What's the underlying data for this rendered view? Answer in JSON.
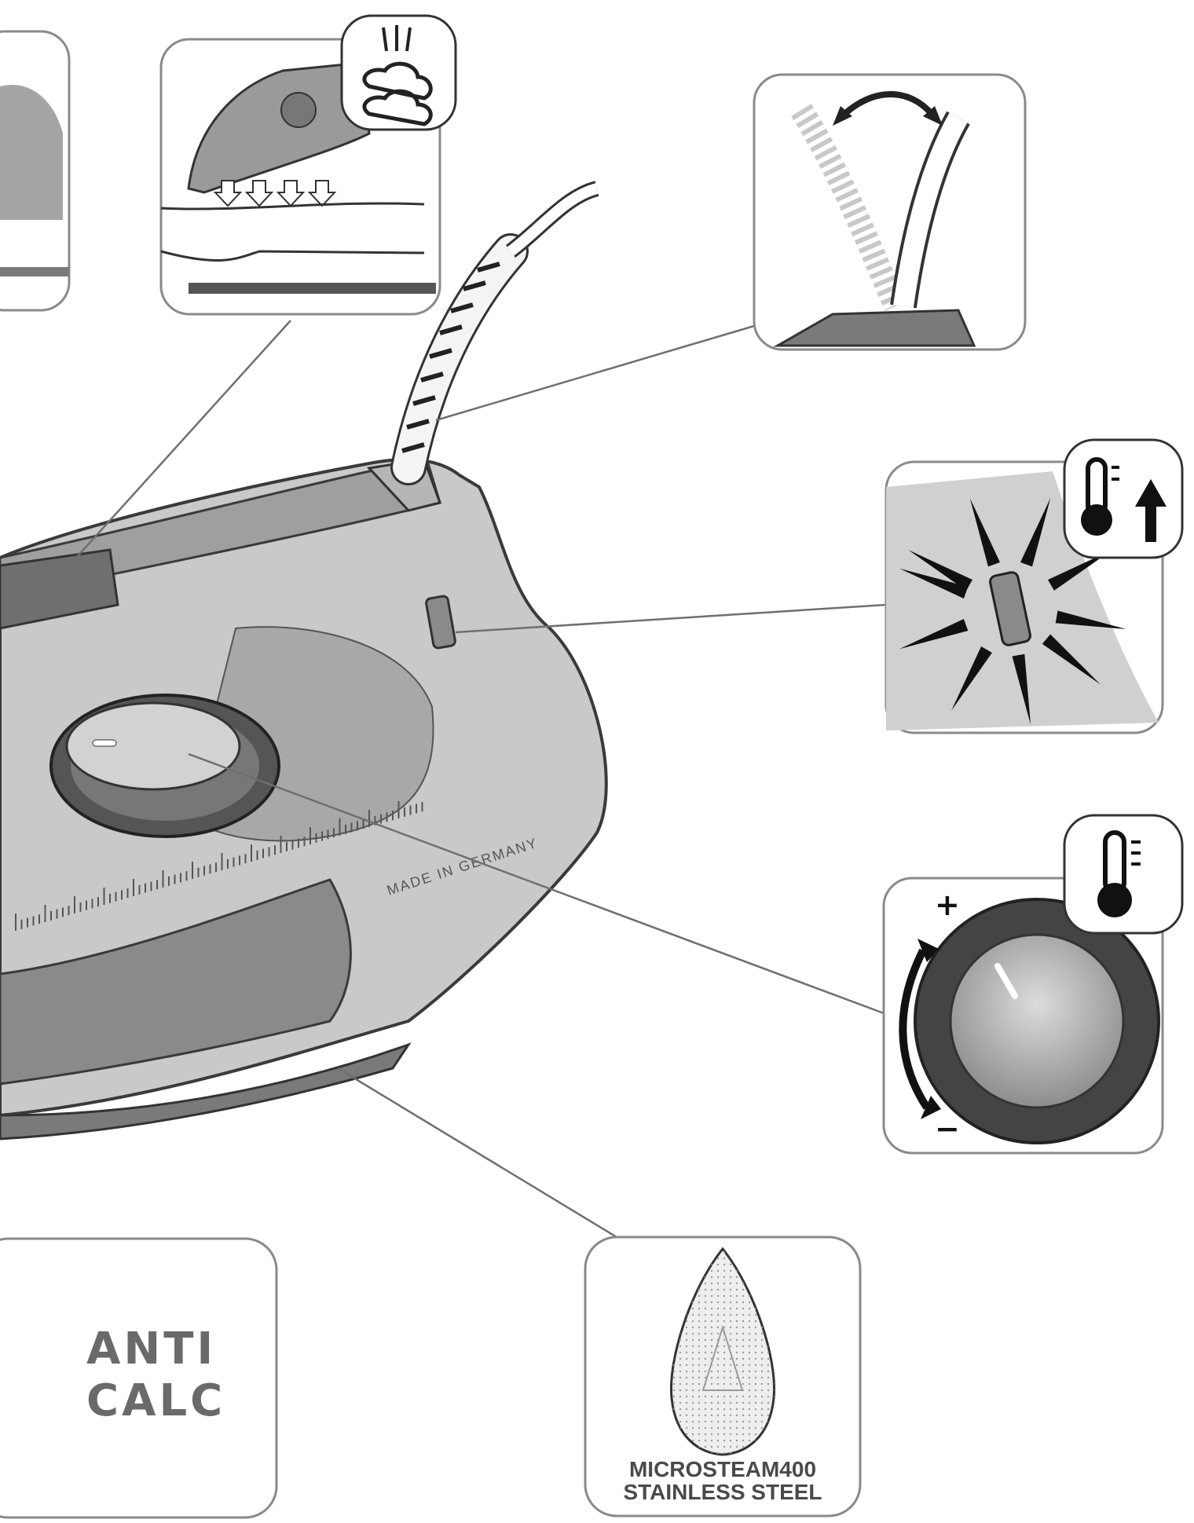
{
  "diagram": {
    "engraving": "MADE IN GERMANY",
    "anticalc": {
      "line1": "ANTI",
      "line2": "CALC"
    },
    "soleplate": {
      "line1": "MICROSTEAM400",
      "line2": "STAINLESS STEEL"
    },
    "temperature_dial": {
      "plus": "+",
      "minus": "−"
    }
  },
  "icons": [
    "steam-icon",
    "swivel-cord-icon",
    "thermometer-rising-icon",
    "thermometer-icon",
    "soleplate-icon"
  ],
  "colors": {
    "body": "#c9c9c9",
    "dark": "#7a7a7a",
    "line": "#6f6f6f",
    "panel_border": "#8a8a8a"
  }
}
